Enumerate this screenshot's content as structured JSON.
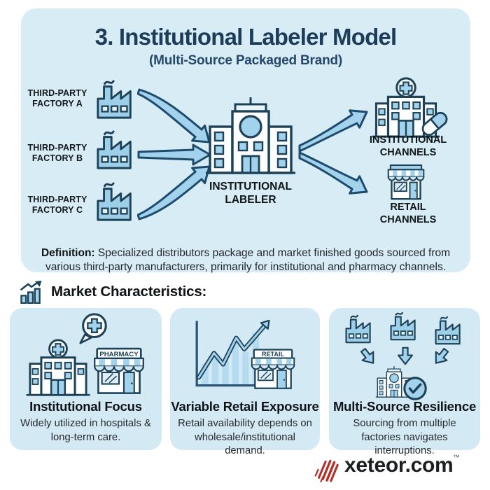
{
  "header": {
    "title": "3. Institutional Labeler Model",
    "subtitle": "(Multi-Source Packaged Brand)"
  },
  "flow": {
    "sources": [
      {
        "line1": "THIRD-PARTY",
        "line2": "FACTORY A"
      },
      {
        "line1": "THIRD-PARTY",
        "line2": "FACTORY B"
      },
      {
        "line1": "THIRD-PARTY",
        "line2": "FACTORY C"
      }
    ],
    "hub": {
      "line1": "INSTITUTIONAL",
      "line2": "LABELER"
    },
    "channels": [
      {
        "line1": "INSTITUTIONAL",
        "line2": "CHANNELS"
      },
      {
        "line1": "RETAIL",
        "line2": "CHANNELS"
      }
    ]
  },
  "definition": {
    "label": "Definition:",
    "text": " Specialized distributors package and market finished goods sourced from various third-party manufacturers, primarily for institutional and pharmacy channels."
  },
  "characteristics": {
    "heading": "Market Characteristics:",
    "cards": [
      {
        "title": "Institutional Focus",
        "description": "Widely utilized in hospitals & long-term care.",
        "sign": "PHARMACY"
      },
      {
        "title": "Variable Retail Exposure",
        "description": "Retail availability depends on wholesale/institutional demand.",
        "sign": "RETAIL"
      },
      {
        "title": "Multi-Source Resilience",
        "description": "Sourcing from multiple factories navigates interruptions."
      }
    ]
  },
  "footer": {
    "brand": "xeteor.com",
    "trademark": "™"
  },
  "colors": {
    "panel_bg": "#d8ecf6",
    "card_bg": "#d3e9f4",
    "title_navy": "#1d3c59",
    "icon_outline_navy": "#1d4258",
    "icon_fill_blue": "#a3d2ec",
    "icon_fill_pale": "#e3f1f9",
    "text_black": "#101417",
    "logo_red": "#b13129"
  },
  "icons": [
    "factory-icon",
    "flow-arrows-icon",
    "labeler-building-icon",
    "hospital-icon",
    "pill-icon",
    "storefront-icon",
    "growth-chart-icon",
    "trend-chart-icon",
    "speech-bubble-cross-icon",
    "down-arrow-icon",
    "check-building-icon",
    "logo-streaks-icon"
  ]
}
